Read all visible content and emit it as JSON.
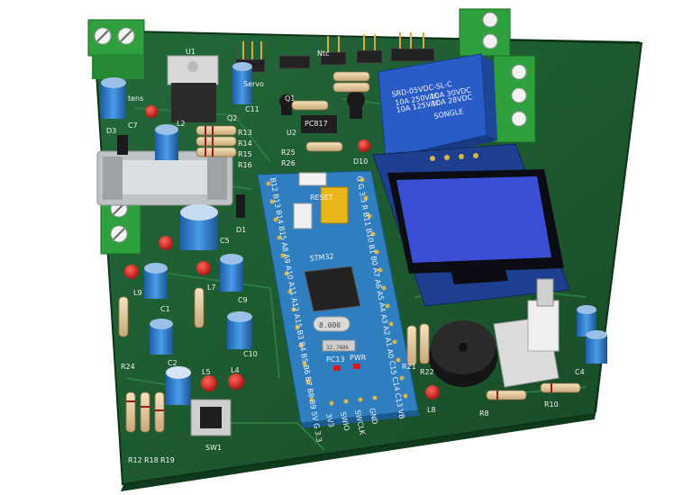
{
  "colors": {
    "board": "#1f5a2e",
    "board_dark": "#143f20",
    "trace": "#2c7a3d",
    "terminal": "#2e9e3c",
    "mcu_board": "#2f7fc0",
    "oled_frame": "#1e3f8f",
    "oled_screen": "#3a4fd6",
    "relay": "#2a5cc8",
    "led": "#d8181a",
    "cap": "#2e7fd0",
    "pad": "#d8b24a",
    "white": "#f2f2f2"
  },
  "board": {
    "power_label": "tens",
    "regulator_label": "U1",
    "relay_lines": [
      "SRD-05VDC-SL-C",
      "10A 250VAC",
      "10A 125VAC",
      "10A 30VDC",
      "10A 28VDC"
    ],
    "relay_brand": "SONGLE",
    "mcu_header": "G G 3.3 R B11 B10 B1 B0 A7 A6 A5 A4 A3 A2 A1 A0 C15 C14 C13 VB",
    "mcu_left_header": "B12 B13 B14 B15 A8 A9 A10 A11 A12 A15 B3 B4 B5 B6 B7 B8 B9 5V G 3.3",
    "mcu_chip": "STM32",
    "crystal_top": "8.000",
    "crystal_low": "32.768k",
    "mcu_labels": [
      "RESET",
      "PWR",
      "PC13",
      "3V3",
      "SWIO",
      "SWCLK",
      "GND"
    ],
    "switch_label": "SW1",
    "labels": [
      "C7",
      "C11",
      "L2",
      "Q2",
      "Q1",
      "D3",
      "R13",
      "R14",
      "R15",
      "R16",
      "U2",
      "PC817",
      "D10",
      "R25",
      "R26",
      "D1",
      "C5",
      "L9",
      "C1",
      "L7",
      "C9",
      "C2",
      "C10",
      "L5",
      "L4",
      "R24",
      "R12",
      "R18",
      "R19",
      "L8",
      "R8",
      "R10",
      "C4",
      "R21",
      "R22",
      "Servo",
      "Ntc"
    ]
  }
}
